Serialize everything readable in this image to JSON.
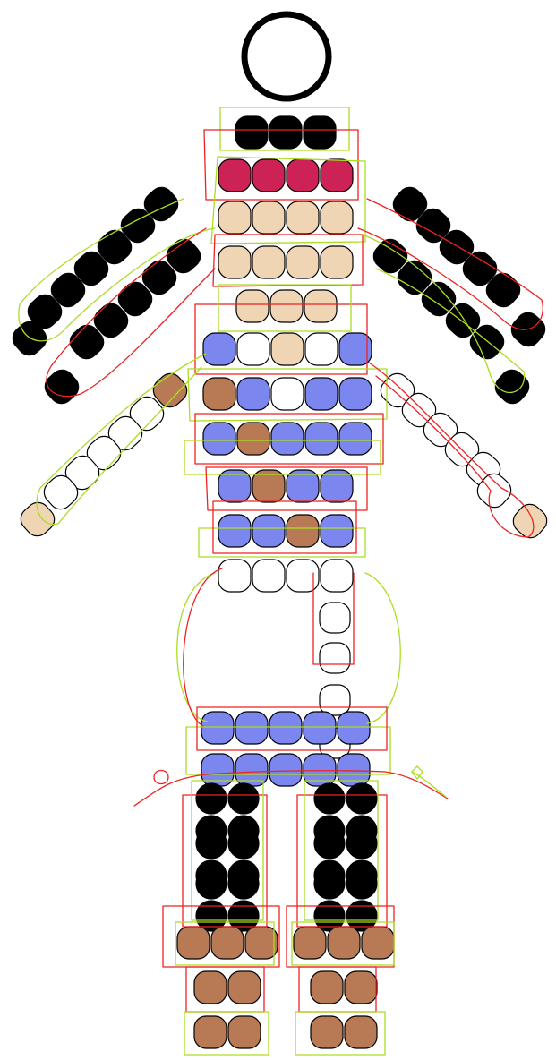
{
  "title": "",
  "colors": {
    "black": "#000000",
    "white": "#ffffff",
    "crimson": "#cc2255",
    "tan": "#f0d5b4",
    "blue": "#7b86ee",
    "brown": "#b87a55",
    "thread_red": "#ee2222",
    "thread_green": "#aadd22",
    "ring": "#000000"
  },
  "icons": [
    "key-ring-icon",
    "thread-knot-icon"
  ],
  "parts": [
    {
      "name": "hat",
      "colors": [
        "black",
        "black",
        "black"
      ]
    },
    {
      "name": "hat-band",
      "colors": [
        "crimson",
        "crimson",
        "crimson",
        "crimson"
      ]
    },
    {
      "name": "face",
      "colors": [
        "tan",
        "tan",
        "tan",
        "tan",
        "tan",
        "tan",
        "tan",
        "tan",
        "tan",
        "tan",
        "tan"
      ]
    },
    {
      "name": "shirt",
      "colors": [
        "blue",
        "white",
        "tan",
        "white",
        "blue",
        "brown",
        "blue",
        "white",
        "blue",
        "blue",
        "blue",
        "brown",
        "blue",
        "blue",
        "blue",
        "blue",
        "brown",
        "blue",
        "blue",
        "brown",
        "blue"
      ]
    },
    {
      "name": "belt",
      "colors": [
        "white",
        "white",
        "white",
        "white"
      ]
    },
    {
      "name": "dangle",
      "colors": [
        "white",
        "white",
        "white",
        "white"
      ]
    },
    {
      "name": "shorts",
      "colors": [
        "blue",
        "blue",
        "blue",
        "blue",
        "blue",
        "blue",
        "blue",
        "blue",
        "blue",
        "blue"
      ]
    },
    {
      "name": "legs",
      "colors": [
        "black",
        "black",
        "brown",
        "brown"
      ]
    },
    {
      "name": "arms",
      "colors": [
        "black",
        "white",
        "tan",
        "brown"
      ]
    }
  ]
}
